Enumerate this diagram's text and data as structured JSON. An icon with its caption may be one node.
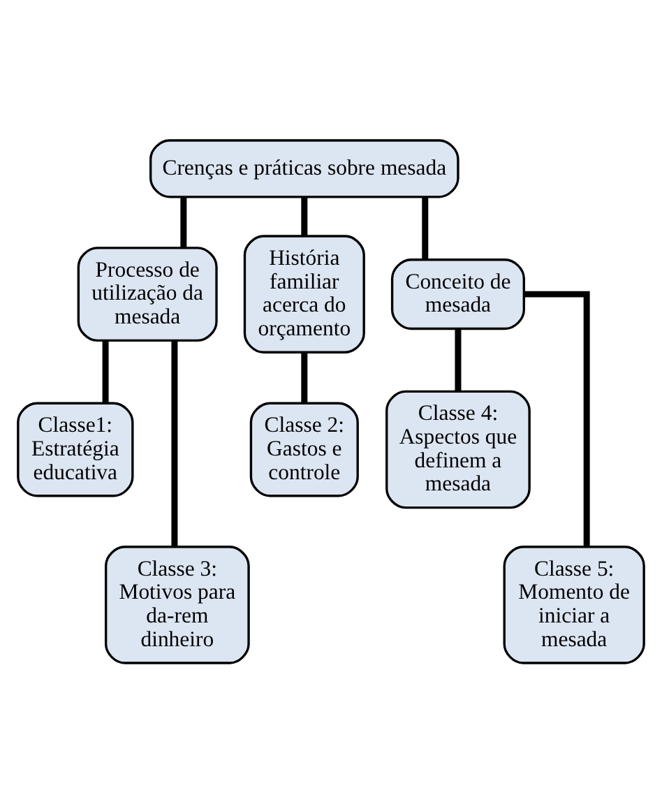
{
  "diagram": {
    "nodes": [
      {
        "text": [
          "Crenças e práticas sobre mesada"
        ]
      },
      {
        "text": [
          "Processo de utilização da mesada"
        ]
      },
      {
        "text": [
          "História familiar acerca do orçamento"
        ]
      },
      {
        "text": [
          "Conceito de mesada"
        ]
      },
      {
        "text": [
          "Classe1: Estratégia educativa"
        ]
      },
      {
        "text": [
          "Classe 2: Gastos e controle"
        ]
      },
      {
        "text": [
          "Classe 4: Aspectos que definem a mesada"
        ]
      },
      {
        "text": [
          "Classe 3: Motivos para da-rem dinheiro"
        ]
      },
      {
        "text": [
          "Classe 5: Momento de iniciar a mesada"
        ]
      }
    ],
    "edges": [
      {
        "from": 0,
        "to": 1,
        "arrow": "none"
      },
      {
        "from": 0,
        "to": 2,
        "arrow": "none"
      },
      {
        "from": 0,
        "to": 3,
        "arrow": "none"
      },
      {
        "from": 1,
        "to": 4,
        "arrow": "none"
      },
      {
        "from": 1,
        "to": 7,
        "arrow": "none"
      },
      {
        "from": 2,
        "to": 5,
        "arrow": "none"
      },
      {
        "from": 3,
        "to": 6,
        "arrow": "none"
      },
      {
        "from": 3,
        "to": 8,
        "arrow": "none"
      }
    ]
  }
}
